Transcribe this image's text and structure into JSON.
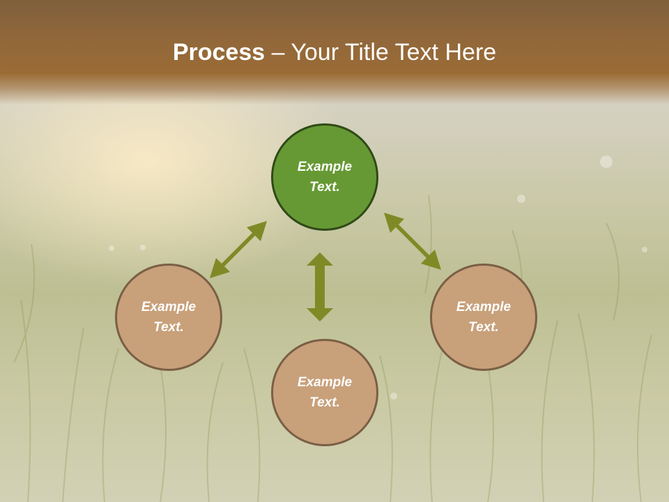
{
  "title": {
    "strong": "Process",
    "rest": " – Your Title Text Here"
  },
  "nodes": [
    {
      "id": "top",
      "label": "Example\nText.",
      "fill": "#669933",
      "stroke": "#2f4a17"
    },
    {
      "id": "left",
      "label": "Example\nText.",
      "fill": "#c8a07a",
      "stroke": "#7a5f45"
    },
    {
      "id": "bottom",
      "label": "Example\nText.",
      "fill": "#c8a07a",
      "stroke": "#7a5f45"
    },
    {
      "id": "right",
      "label": "Example\nText.",
      "fill": "#c8a07a",
      "stroke": "#7a5f45"
    }
  ],
  "colors": {
    "arrow": "#7f8a26",
    "header": "#92683a",
    "title": "#ffffff"
  }
}
